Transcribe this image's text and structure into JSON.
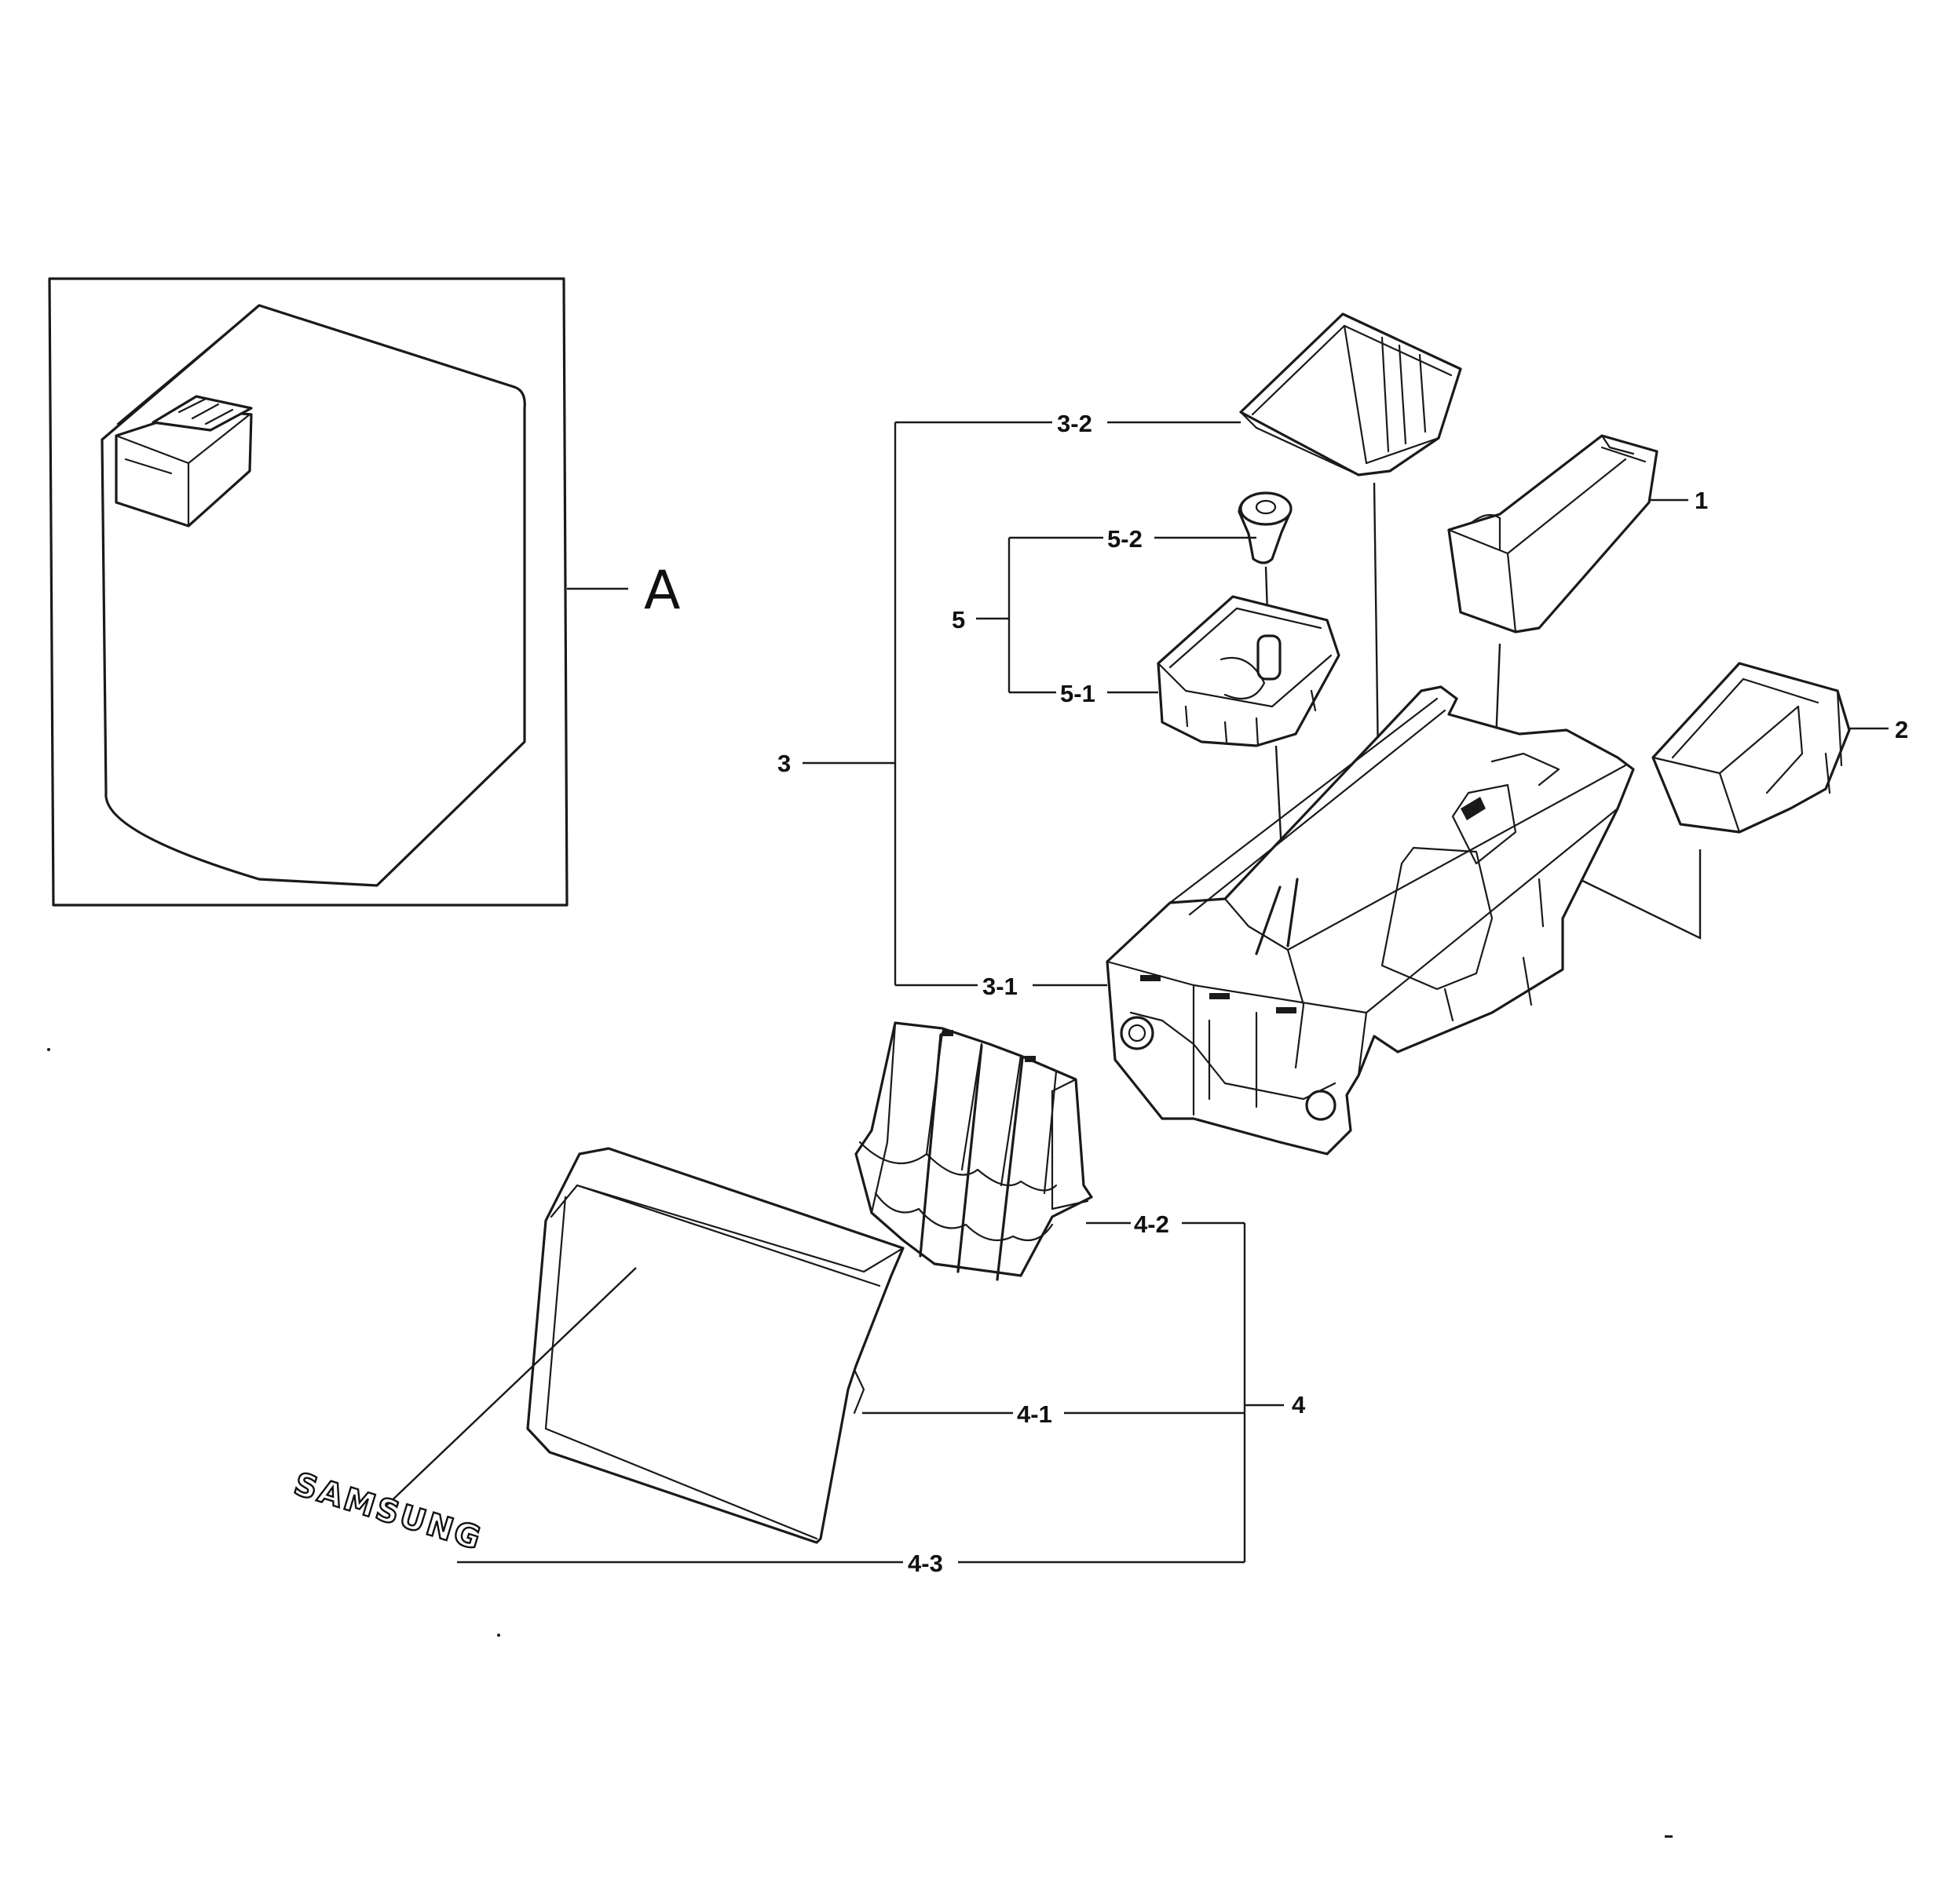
{
  "labels": {
    "a": "A",
    "p1": "1",
    "p2": "2",
    "p3": "3",
    "p3_1": "3-1",
    "p3_2": "3-2",
    "p4": "4",
    "p4_1": "4-1",
    "p4_2": "4-2",
    "p4_3": "4-3",
    "p5": "5",
    "p5_1": "5-1",
    "p5_2": "5-2"
  },
  "brand_logo": "SAMSUNG",
  "colors": {
    "line": "#1a1a1a",
    "background": "#ffffff"
  }
}
